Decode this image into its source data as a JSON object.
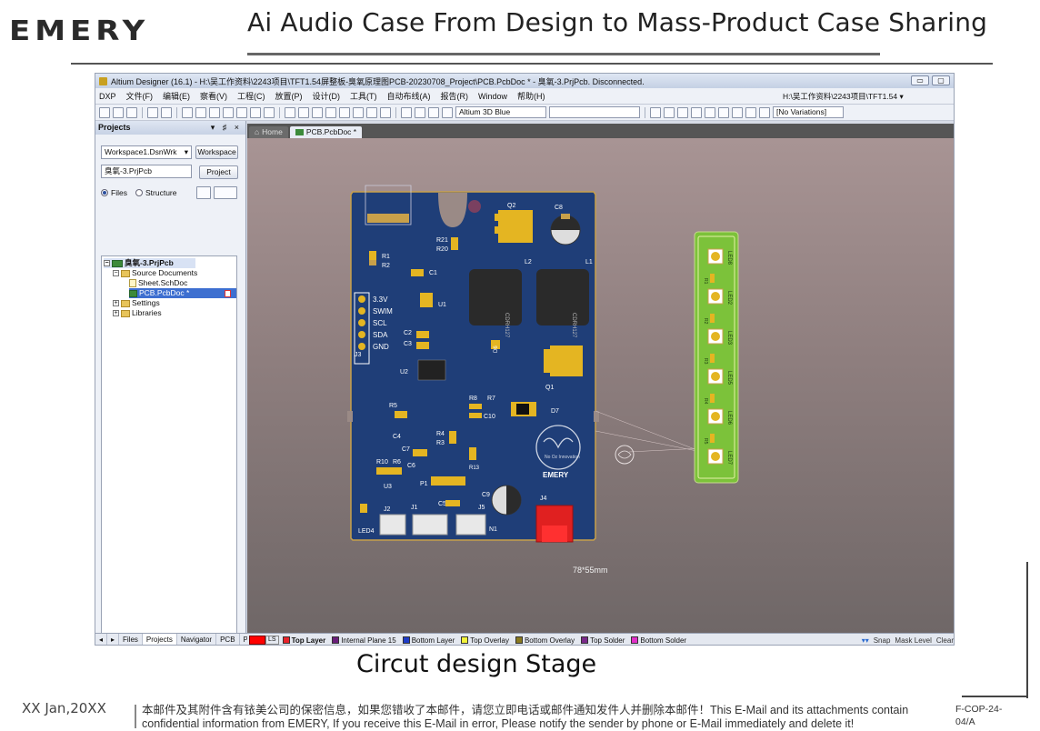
{
  "slide": {
    "brand": "EMERY",
    "title": "Ai Audio Case From Design to Mass-Product Case Sharing",
    "caption": "Circut design Stage",
    "footer_date": "XX Jan,20XX",
    "footer_notice": "本邮件及其附件含有铱美公司的保密信息，如果您错收了本邮件，请您立即电话或邮件通知发件人并删除本邮件！This E-Mail and its attachments contain confidential information from EMERY, If you receive this E-Mail in error, Please notify the sender by phone or E-Mail  immediately and delete it!",
    "footer_code": "F-COP-24-04/A"
  },
  "window": {
    "title": "Altium Designer (16.1) - H:\\吴工作资料\\2243项目\\TFT1.54屏整板-臭氧原理图PCB-20230708_Project\\PCB.PcbDoc * - 臭氧-3.PrjPcb. Disconnected.",
    "menus": [
      "DXP",
      "文件(F)",
      "编辑(E)",
      "察看(V)",
      "工程(C)",
      "放置(P)",
      "设计(D)",
      "工具(T)",
      "自动布线(A)",
      "报告(R)",
      "Window",
      "帮助(H)"
    ],
    "menu_path": "H:\\吴工作资料\\2243项目\\TFT1.54 ▾",
    "toolbar": {
      "view_mode": "Altium 3D Blue",
      "variations": "[No Variations]"
    }
  },
  "projects_panel": {
    "title": "Projects",
    "controls": "▾ ♯ ×",
    "workspace": "Workspace1.DsnWrk",
    "workspace_button": "Workspace",
    "project": "臭氧-3.PrjPcb",
    "project_button": "Project",
    "radio_files": "Files",
    "radio_structure": "Structure",
    "tree": {
      "project": "臭氧-3.PrjPcb",
      "source_docs": "Source Documents",
      "sheet": "Sheet.SchDoc",
      "pcb": "PCB.PcbDoc *",
      "settings": "Settings",
      "libraries": "Libraries"
    },
    "tabs": [
      "◂",
      "▸",
      "Files",
      "Projects",
      "Navigator",
      "PCB",
      "PC"
    ]
  },
  "doc_tabs": {
    "home": "Home",
    "pcb": "PCB.PcbDoc *"
  },
  "pcb": {
    "dimension_label": "78*55mm",
    "brand_mark": "EMERY",
    "logo_text": "No Oz Innovation",
    "q2": "Q2",
    "c8": "C8",
    "c9": "C9",
    "l1": "L1",
    "l2": "L2",
    "q1": "Q1",
    "r1": "R1",
    "r2": "R2",
    "c1": "C1",
    "r21": "R21",
    "r20": "R20",
    "u1": "U1",
    "c2": "C2",
    "c3": "C3",
    "u2": "U2",
    "d6": "D6",
    "r8": "R8",
    "r7": "R7",
    "c10": "C10",
    "d7": "D7",
    "r5": "R5",
    "c4": "C4",
    "r4": "R4",
    "r3": "R3",
    "c7": "C7",
    "r10": "R10",
    "c6": "C6",
    "r6": "R6",
    "r13": "R13",
    "p1": "P1",
    "u3": "U3",
    "j2": "J2",
    "j1": "J1",
    "j4": "J4",
    "j5": "J5",
    "c5": "C5",
    "n1": "N1",
    "led4": "LED4",
    "j3": "J3",
    "inductor_mark": "CDRH127",
    "pins": [
      "3.3V",
      "SWIM",
      "SCL",
      "SDA",
      "GND"
    ],
    "led_labels": [
      "LED8",
      "LED2",
      "LED3",
      "LED5",
      "LED6",
      "LED7"
    ],
    "led_r": [
      "R1",
      "R2",
      "R3",
      "R4",
      "R5"
    ]
  },
  "layers": {
    "current_layer": "Top Layer",
    "ls": "LS",
    "items": [
      {
        "name": "Top Layer",
        "color": "#e8232a"
      },
      {
        "name": "Internal Plane 15",
        "color": "#6a1e7a"
      },
      {
        "name": "Bottom Layer",
        "color": "#1e3cc8"
      },
      {
        "name": "Top Overlay",
        "color": "#f3f33a"
      },
      {
        "name": "Bottom Overlay",
        "color": "#8a7a20"
      },
      {
        "name": "Top Solder",
        "color": "#7a2a8a"
      },
      {
        "name": "Bottom Solder",
        "color": "#e030c8"
      }
    ],
    "snap": "Snap",
    "mask_level": "Mask Level",
    "clear": "Clear"
  },
  "colors": {
    "board": "#1f3e78",
    "board_edge": "#c8a04a",
    "led_board": "#7cc23a",
    "canvas_top": "#a89494",
    "canvas_bottom": "#6f6767"
  }
}
